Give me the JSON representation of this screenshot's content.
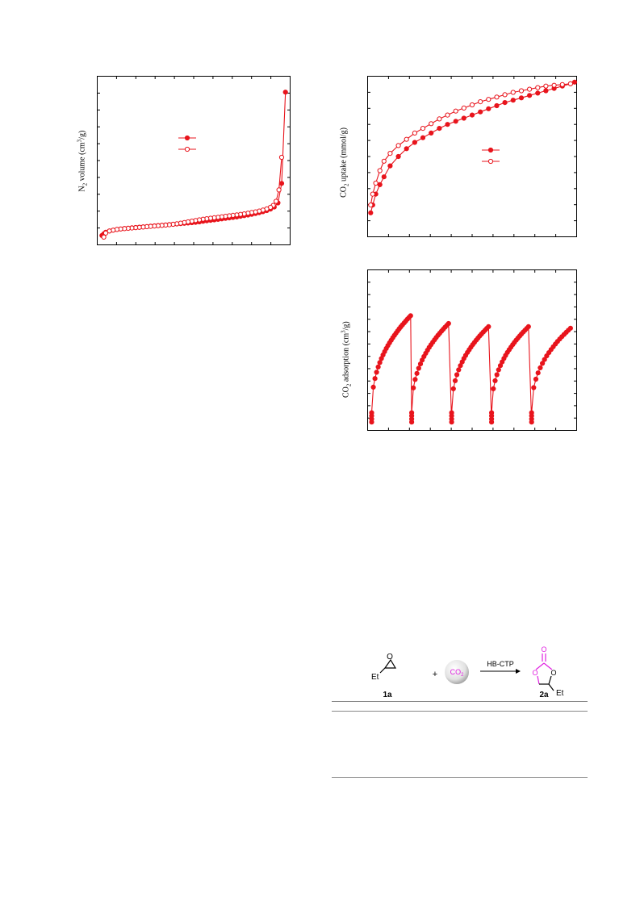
{
  "figures": [
    {
      "id": "n2",
      "ylabel_parts": [
        "N",
        "2",
        " volume (cm",
        "3",
        "/g)"
      ],
      "chart_data": {
        "type": "line",
        "ylabel": "N2 volume (cm3/g)",
        "xlim": [
          0,
          1.0
        ],
        "ylim": [
          0,
          100
        ],
        "series": [
          {
            "marker": "filled",
            "x": [
              0.01,
              0.02,
              0.03,
              0.05,
              0.07,
              0.09,
              0.11,
              0.13,
              0.15,
              0.17,
              0.19,
              0.21,
              0.23,
              0.25,
              0.27,
              0.29,
              0.31,
              0.33,
              0.35,
              0.37,
              0.39,
              0.41,
              0.43,
              0.45,
              0.47,
              0.49,
              0.51,
              0.53,
              0.55,
              0.57,
              0.59,
              0.61,
              0.63,
              0.65,
              0.67,
              0.69,
              0.71,
              0.73,
              0.75,
              0.77,
              0.79,
              0.81,
              0.83,
              0.85,
              0.87,
              0.89,
              0.91,
              0.93,
              0.95,
              0.97,
              0.99
            ],
            "y": [
              4,
              5,
              6,
              6.8,
              7.3,
              7.7,
              8,
              8.3,
              8.5,
              8.7,
              8.9,
              9.1,
              9.3,
              9.5,
              9.7,
              9.9,
              10.1,
              10.3,
              10.5,
              10.7,
              10.9,
              11.1,
              11.3,
              11.5,
              11.7,
              11.9,
              12.1,
              12.4,
              12.7,
              13,
              13.3,
              13.6,
              13.9,
              14.2,
              14.5,
              14.8,
              15.1,
              15.4,
              15.8,
              16.2,
              16.6,
              17,
              17.5,
              18,
              18.6,
              19.3,
              20.2,
              21.5,
              24,
              36,
              92
            ]
          },
          {
            "marker": "open",
            "x": [
              0.97,
              0.955,
              0.94,
              0.925,
              0.91,
              0.89,
              0.87,
              0.85,
              0.83,
              0.81,
              0.79,
              0.77,
              0.75,
              0.73,
              0.71,
              0.69,
              0.67,
              0.65,
              0.63,
              0.61,
              0.59,
              0.57,
              0.55,
              0.53,
              0.51,
              0.49,
              0.47,
              0.45,
              0.43,
              0.41,
              0.39,
              0.37,
              0.35,
              0.33,
              0.31,
              0.29,
              0.27,
              0.25,
              0.23,
              0.21,
              0.19,
              0.17,
              0.15,
              0.13,
              0.11,
              0.09,
              0.07,
              0.05,
              0.03,
              0.02
            ],
            "y": [
              52,
              32,
              25,
              22.5,
              21.3,
              20.3,
              19.6,
              19,
              18.5,
              18.1,
              17.7,
              17.3,
              17,
              16.7,
              16.4,
              16.1,
              15.8,
              15.5,
              15.2,
              14.9,
              14.6,
              14.3,
              14,
              13.6,
              13.2,
              12.8,
              12.4,
              12,
              11.6,
              11.2,
              10.9,
              10.6,
              10.4,
              10.2,
              10,
              9.8,
              9.6,
              9.4,
              9.2,
              9,
              8.8,
              8.6,
              8.4,
              8.2,
              8,
              7.7,
              7.3,
              6.8,
              5.5,
              3
            ]
          }
        ]
      }
    },
    {
      "id": "co2",
      "ylabel_parts": [
        "CO",
        "2",
        " uptake (mmol/g)"
      ],
      "chart_data": {
        "type": "line",
        "ylabel": "CO2 uptake (mmol/g)",
        "xlim": [
          0,
          100
        ],
        "ylim": [
          0,
          100
        ],
        "series": [
          {
            "marker": "filled",
            "x": [
              0.5,
              1.5,
              3,
              5,
              7,
              10,
              14,
              18,
              22,
              26,
              30,
              34,
              38,
              42,
              46,
              50,
              54,
              58,
              62,
              66,
              70,
              74,
              78,
              82,
              86,
              90,
              94,
              98,
              100
            ],
            "y": [
              14,
              19,
              26,
              32,
              37,
              44,
              50,
              55,
              59,
              62,
              65,
              68,
              70.5,
              72.5,
              74.5,
              76.5,
              78.5,
              80.5,
              82.5,
              84.5,
              86,
              87.5,
              89,
              90.5,
              92,
              93.5,
              95,
              96.5,
              97.5
            ]
          },
          {
            "marker": "open",
            "x": [
              0.5,
              1.5,
              3,
              5,
              7,
              10,
              14,
              18,
              22,
              26,
              30,
              34,
              38,
              42,
              46,
              50,
              54,
              58,
              62,
              66,
              70,
              74,
              78,
              82,
              86,
              90,
              94,
              98
            ],
            "y": [
              19,
              26,
              33,
              41,
              47,
              52,
              57,
              61,
              65,
              68,
              71,
              74,
              76.5,
              79,
              81,
              83,
              85,
              86.5,
              88,
              89.5,
              91,
              92,
              93,
              94,
              95,
              95.5,
              96,
              96.5
            ]
          }
        ]
      }
    },
    {
      "id": "cyc",
      "ylabel_parts": [
        "CO",
        "2",
        " adsorption (cm",
        "3",
        "/g)"
      ],
      "chart_data": {
        "type": "line",
        "ylabel": "CO2 adsorption (cm3/g)",
        "xlim": [
          0,
          100
        ],
        "ylim": [
          0,
          100
        ],
        "cycles": [
          {
            "start": 1,
            "points": 25,
            "span": 19,
            "end_y": 72
          },
          {
            "start": 20.5,
            "points": 22,
            "span": 18,
            "end_y": 67
          },
          {
            "start": 40,
            "points": 22,
            "span": 18,
            "end_y": 65
          },
          {
            "start": 59.5,
            "points": 22,
            "span": 18,
            "end_y": 65
          },
          {
            "start": 79,
            "points": 19,
            "span": 19,
            "end_y": 64
          }
        ]
      }
    }
  ],
  "scheme": {
    "reactant_sub": "Et",
    "reactant_atom": "O",
    "reactant_label": "1a",
    "plus": "+",
    "gas_main": "CO",
    "gas_sub": "2",
    "arrow_label": "HB-CTP",
    "product_carbonyl_o": "O",
    "product_ring_o1": "O",
    "product_ring_o2": "O",
    "product_sub": "Et",
    "product_label": "2a"
  },
  "colors": {
    "series": "#e8141c",
    "accent": "#e020e0"
  }
}
